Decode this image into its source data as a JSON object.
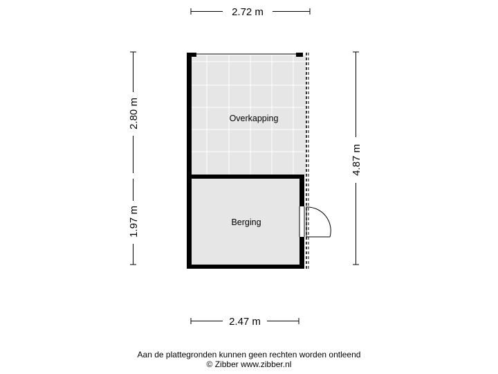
{
  "dimensions": {
    "top_width": "2.72 m",
    "bottom_width": "2.47 m",
    "left_upper_height": "2.80 m",
    "left_lower_height": "1.97 m",
    "right_total_height": "4.87 m"
  },
  "rooms": {
    "covered_area": "Overkapping",
    "storage": "Berging"
  },
  "footer": {
    "disclaimer": "Aan de plattegronden kunnen geen rechten worden ontleend",
    "copyright": "© Zibber www.zibber.nl"
  },
  "colors": {
    "wall": "#000000",
    "floor_fill": "#e6e6e6",
    "grid_line": "#ffffff",
    "dimension_line": "#000000"
  }
}
